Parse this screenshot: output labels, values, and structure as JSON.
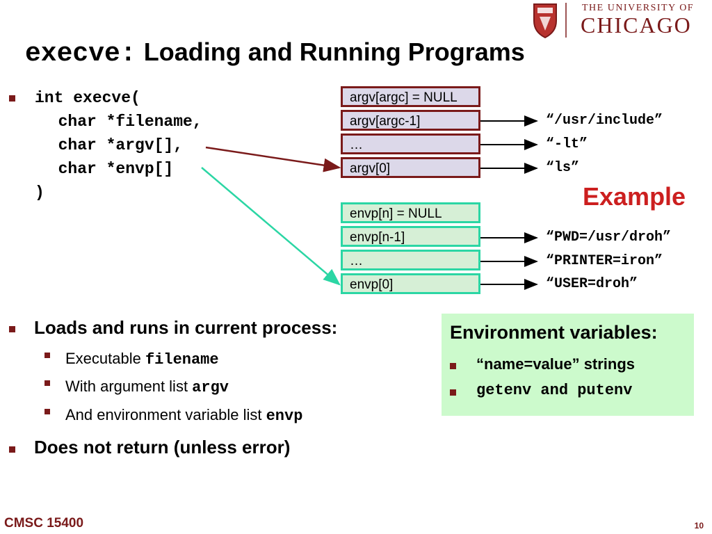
{
  "logo": {
    "line1": "THE UNIVERSITY OF",
    "line2": "CHICAGO",
    "crest_icon": "university-crest-icon",
    "color": "#7a1a1a"
  },
  "title": {
    "code": "execve:",
    "text": "Loading and Running Programs"
  },
  "signature": {
    "line1": "int execve(",
    "line2": "  char *filename,",
    "line3": "  char *argv[],",
    "line4": "  char *envp[]",
    "line5": ")"
  },
  "argv_array": [
    "argv[argc] = NULL",
    "argv[argc-1]",
    "…",
    "argv[0]"
  ],
  "envp_array": [
    "envp[n] = NULL",
    "envp[n-1]",
    "…",
    "envp[0]"
  ],
  "argv_strings": [
    "“/usr/include”",
    "“-lt”",
    "“ls”"
  ],
  "envp_strings": [
    "“PWD=/usr/droh”",
    "“PRINTER=iron”",
    "“USER=droh”"
  ],
  "example_label": "Example",
  "bullets": {
    "main1": "Loads and runs in current process:",
    "sub1_text": "Executable ",
    "sub1_code": "filename",
    "sub2_text": "With argument list ",
    "sub2_code": "argv",
    "sub3_text": "And environment variable list ",
    "sub3_code": "envp",
    "main2": "Does not return (unless error)"
  },
  "env_box": {
    "heading": "Environment variables:",
    "item1": "“name=value” strings",
    "item2": "getenv and putenv"
  },
  "colors": {
    "maroon": "#7a1a1a",
    "teal": "#2bd6a4",
    "argv_fill": "#dcd8e9",
    "envp_fill": "#d6efd6",
    "example_red": "#cc1f1f",
    "env_box_fill": "#ccfacc"
  },
  "footer": "CMSC 15400",
  "page_number": "10"
}
